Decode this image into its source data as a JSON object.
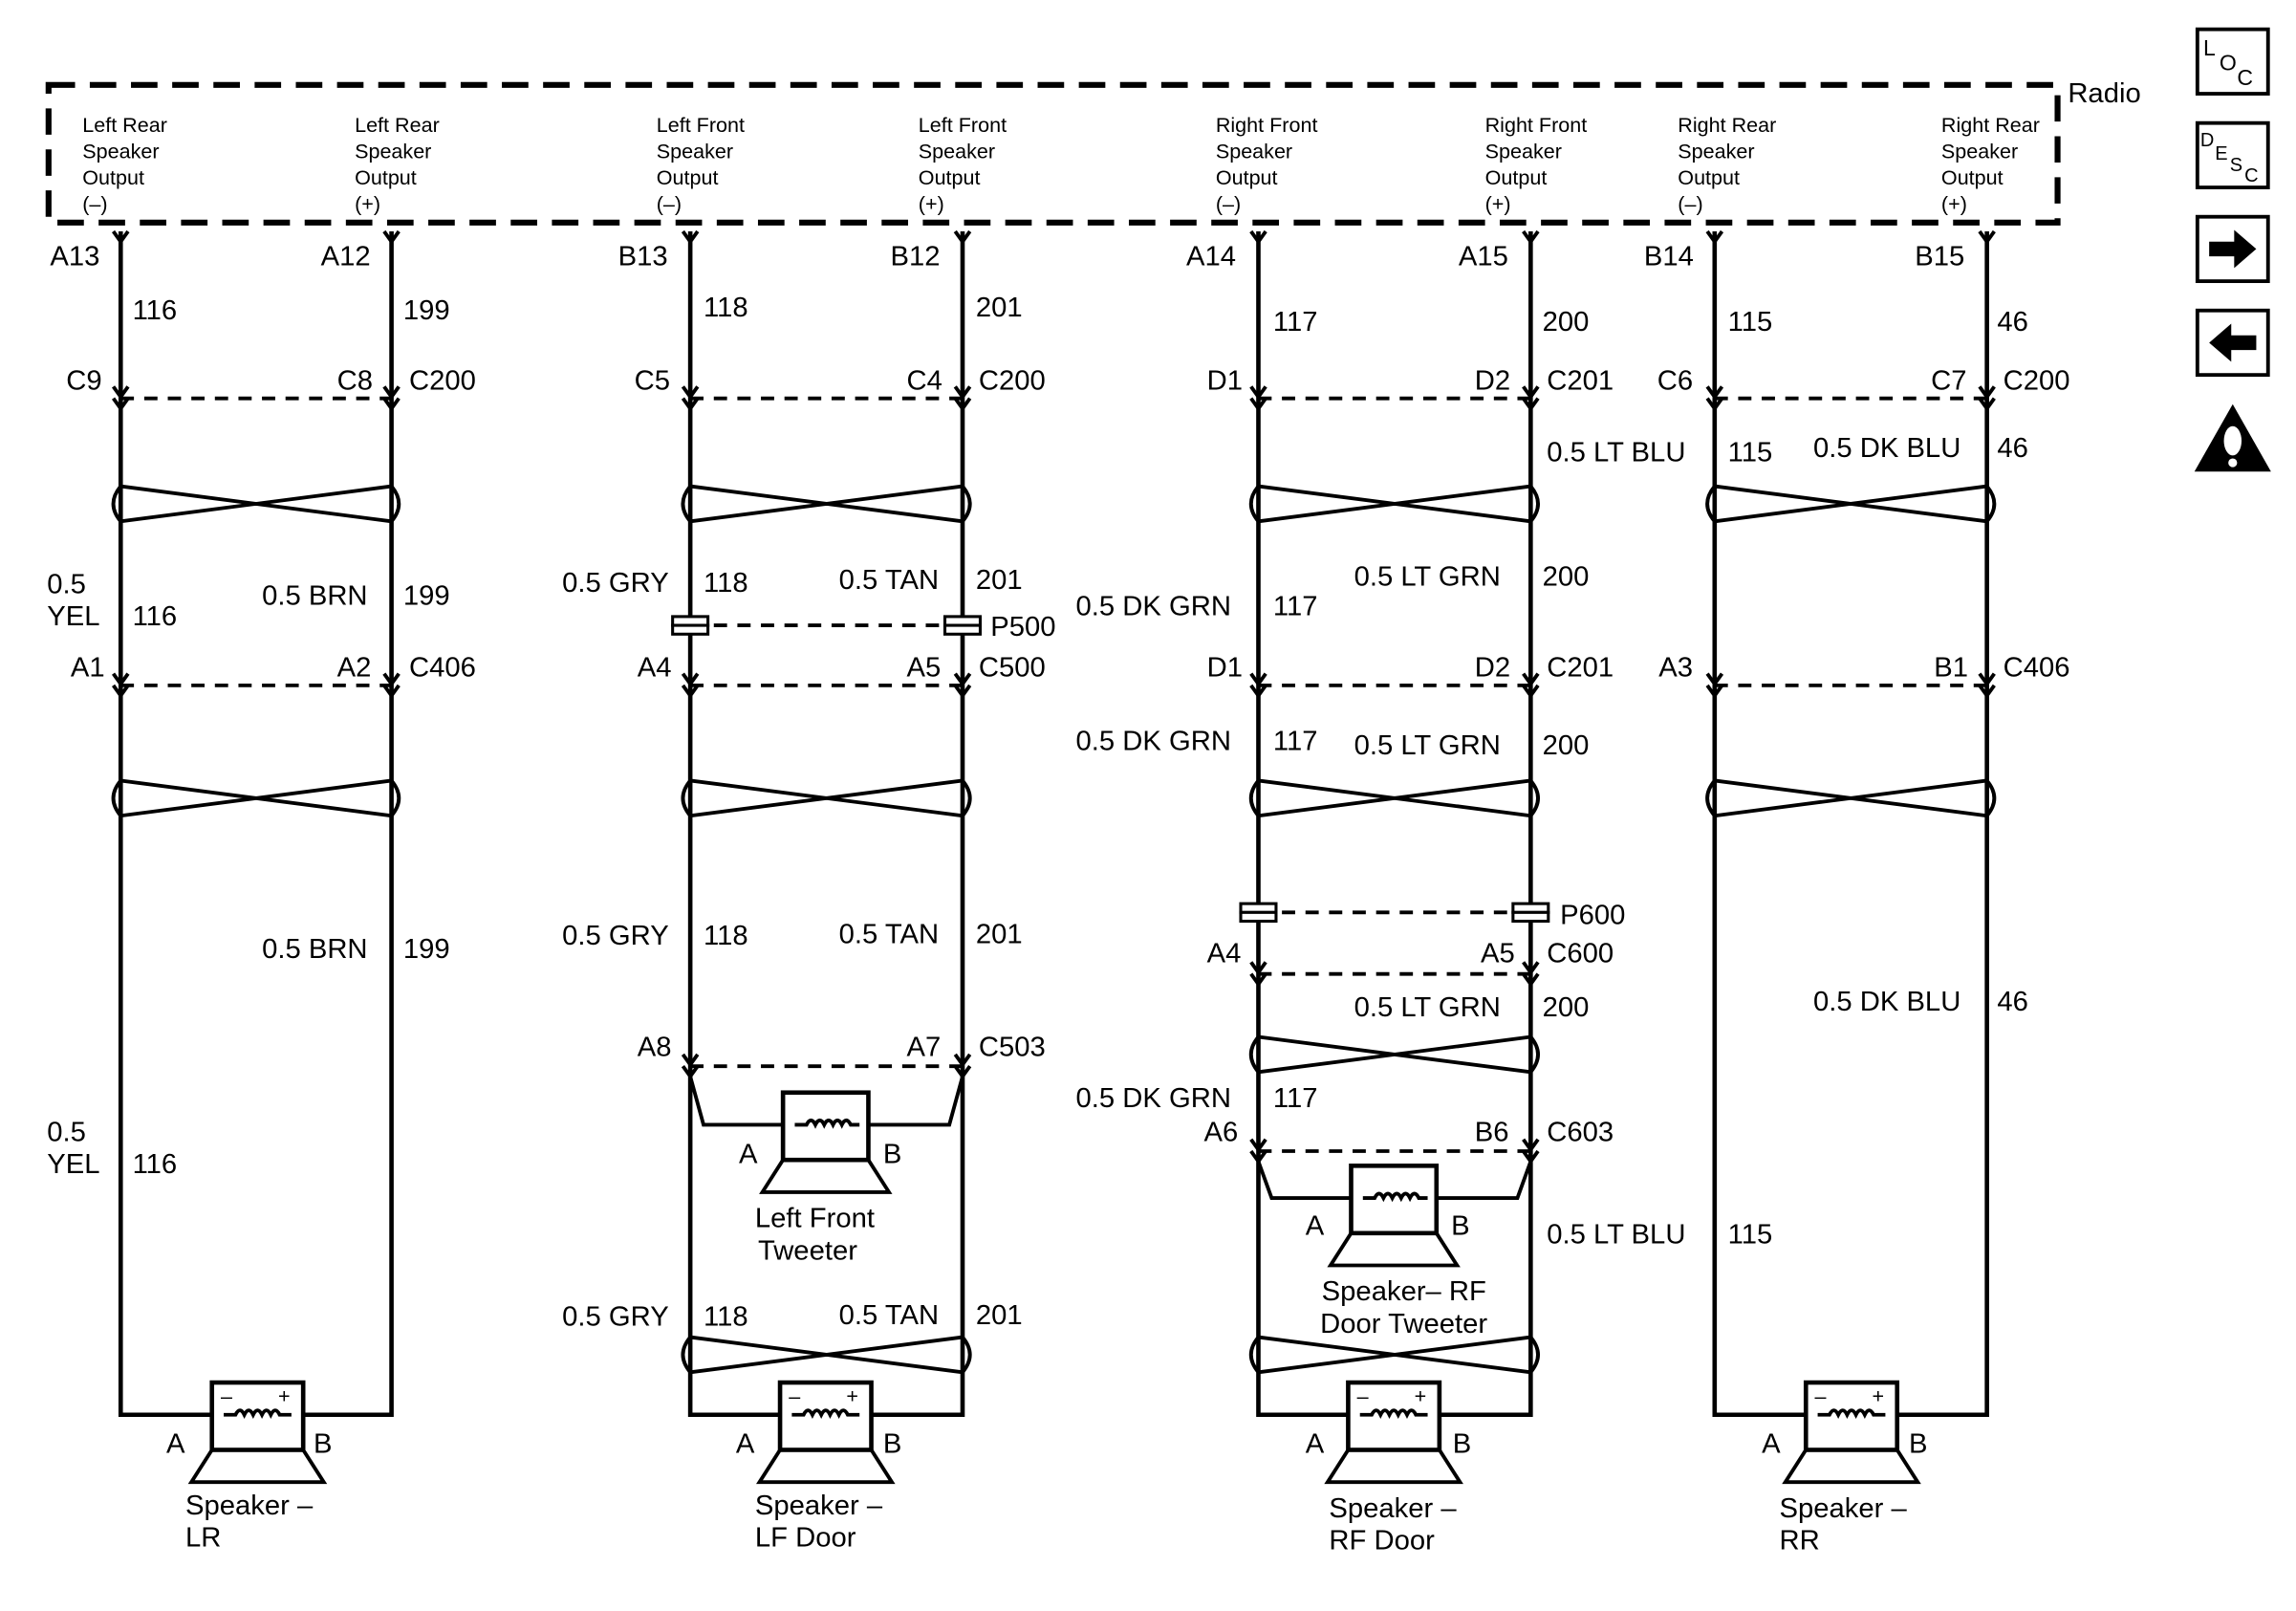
{
  "radio": {
    "label": "Radio",
    "outputs": [
      {
        "l1": "Left Rear",
        "l2": "Speaker",
        "l3": "Output",
        "l4": "(–)"
      },
      {
        "l1": "Left Rear",
        "l2": "Speaker",
        "l3": "Output",
        "l4": "(+)"
      },
      {
        "l1": "Left Front",
        "l2": "Speaker",
        "l3": "Output",
        "l4": "(–)"
      },
      {
        "l1": "Left Front",
        "l2": "Speaker",
        "l3": "Output",
        "l4": "(+)"
      },
      {
        "l1": "Right Front",
        "l2": "Speaker",
        "l3": "Output",
        "l4": "(–)"
      },
      {
        "l1": "Right Front",
        "l2": "Speaker",
        "l3": "Output",
        "l4": "(+)"
      },
      {
        "l1": "Right Rear",
        "l2": "Speaker",
        "l3": "Output",
        "l4": "(–)"
      },
      {
        "l1": "Right Rear",
        "l2": "Speaker",
        "l3": "Output",
        "l4": "(+)"
      }
    ],
    "pins": [
      "A13",
      "A12",
      "B13",
      "B12",
      "A14",
      "A15",
      "B14",
      "B15"
    ],
    "circuits_top": [
      "116",
      "199",
      "118",
      "201",
      "117",
      "200",
      "115",
      "46"
    ]
  },
  "connectors": {
    "c200_lr": {
      "left": "C9",
      "right": "C8",
      "name": "C200"
    },
    "c200_lf": {
      "left": "C5",
      "right": "C4",
      "name": "C200"
    },
    "c201_rf": {
      "left": "D1",
      "right": "D2",
      "name": "C201"
    },
    "c200_rr": {
      "left": "C6",
      "right": "C7",
      "name": "C200"
    },
    "c406_lr": {
      "left": "A1",
      "right": "A2",
      "name": "C406"
    },
    "c500_lf": {
      "left": "A4",
      "right": "A5",
      "name": "C500"
    },
    "c201b_rf": {
      "left": "D1",
      "right": "D2",
      "name": "C201"
    },
    "c406_rr": {
      "left": "A3",
      "right": "B1",
      "name": "C406"
    },
    "p500": "P500",
    "p600": "P600",
    "c600": {
      "left": "A4",
      "right": "A5",
      "name": "C600"
    },
    "c503": {
      "left": "A8",
      "right": "A7",
      "name": "C503"
    },
    "c603": {
      "left": "A6",
      "right": "B6",
      "name": "C603"
    }
  },
  "wires": {
    "lr1_left": {
      "color1": "0.5",
      "color2": "YEL",
      "num": "116"
    },
    "lr1_right": {
      "color": "0.5 BRN",
      "num": "199"
    },
    "lr2_right": {
      "color": "0.5 BRN",
      "num": "199"
    },
    "lr2_left": {
      "color1": "0.5",
      "color2": "YEL",
      "num": "116"
    },
    "lf1_left": {
      "color": "0.5 GRY",
      "num": "118"
    },
    "lf1_right": {
      "color": "0.5 TAN",
      "num": "201"
    },
    "lf2_left": {
      "color": "0.5 GRY",
      "num": "118"
    },
    "lf2_right": {
      "color": "0.5 TAN",
      "num": "201"
    },
    "lf3_left": {
      "color": "0.5 GRY",
      "num": "118"
    },
    "lf3_right": {
      "color": "0.5 TAN",
      "num": "201"
    },
    "rf0_right": {
      "color": "0.5 LT BLU",
      "num": "115"
    },
    "rf1_left": {
      "color": "0.5 DK GRN",
      "num": "117"
    },
    "rf1_right": {
      "color": "0.5 LT GRN",
      "num": "200"
    },
    "rf2_left": {
      "color": "0.5 DK GRN",
      "num": "117"
    },
    "rf2_right": {
      "color": "0.5 LT GRN",
      "num": "200"
    },
    "rf3_right": {
      "color": "0.5 LT GRN",
      "num": "200"
    },
    "rf3_left": {
      "color": "0.5 DK GRN",
      "num": "117"
    },
    "rr0": {
      "color": "0.5 DK BLU",
      "num": "46"
    },
    "rr1": {
      "color": "0.5 DK BLU",
      "num": "46"
    },
    "rr2": {
      "color": "0.5 LT BLU",
      "num": "115"
    }
  },
  "speakers": {
    "lr": {
      "a": "A",
      "b": "B",
      "name1": "Speaker –",
      "name2": "LR"
    },
    "lf": {
      "a": "A",
      "b": "B",
      "name1": "Speaker –",
      "name2": "LF Door"
    },
    "rf": {
      "a": "A",
      "b": "B",
      "name1": "Speaker –",
      "name2": "RF Door"
    },
    "rr": {
      "a": "A",
      "b": "B",
      "name1": "Speaker –",
      "name2": "RR"
    },
    "lf_tweeter": {
      "a": "A",
      "b": "B",
      "name1": "Left Front",
      "name2": "Tweeter"
    },
    "rf_tweeter": {
      "a": "A",
      "b": "B",
      "name1": "Speaker– RF",
      "name2": "Door Tweeter"
    }
  },
  "nav": {
    "loc": {
      "l": "L",
      "o": "O",
      "c": "C"
    },
    "desc": {
      "d": "D",
      "e": "E",
      "s": "S",
      "c": "C"
    }
  }
}
